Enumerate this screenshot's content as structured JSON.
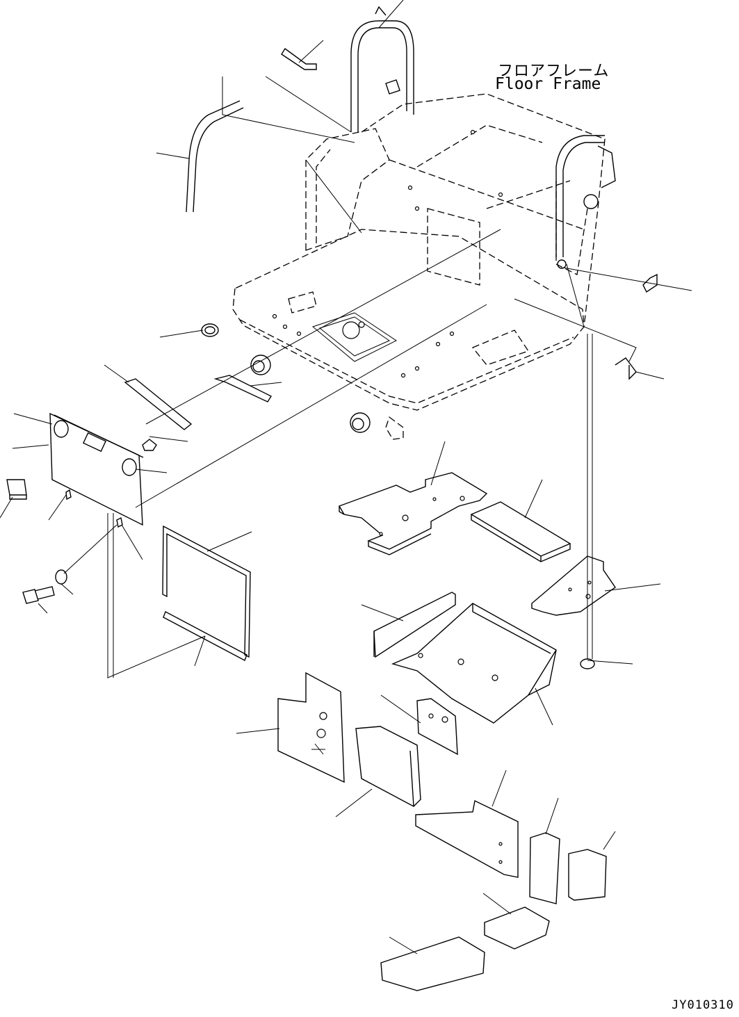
{
  "labels": {
    "title_jp": "フロアフレーム",
    "title_en": "Floor Frame",
    "drawing_code": "JY010310"
  }
}
